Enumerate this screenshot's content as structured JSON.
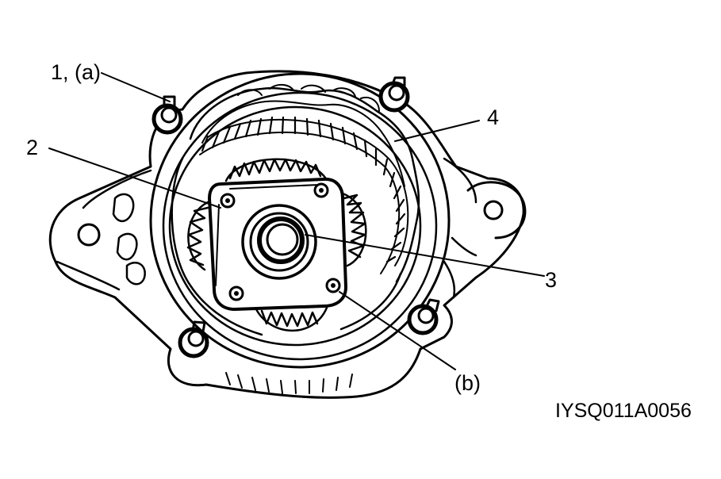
{
  "callouts": {
    "c1": "1, (a)",
    "c2": "2",
    "c3": "3",
    "c4": "4",
    "cb": "(b)"
  },
  "figure_id": "IYSQ011A0056",
  "colors": {
    "ink": "#000000",
    "paper": "#ffffff"
  }
}
